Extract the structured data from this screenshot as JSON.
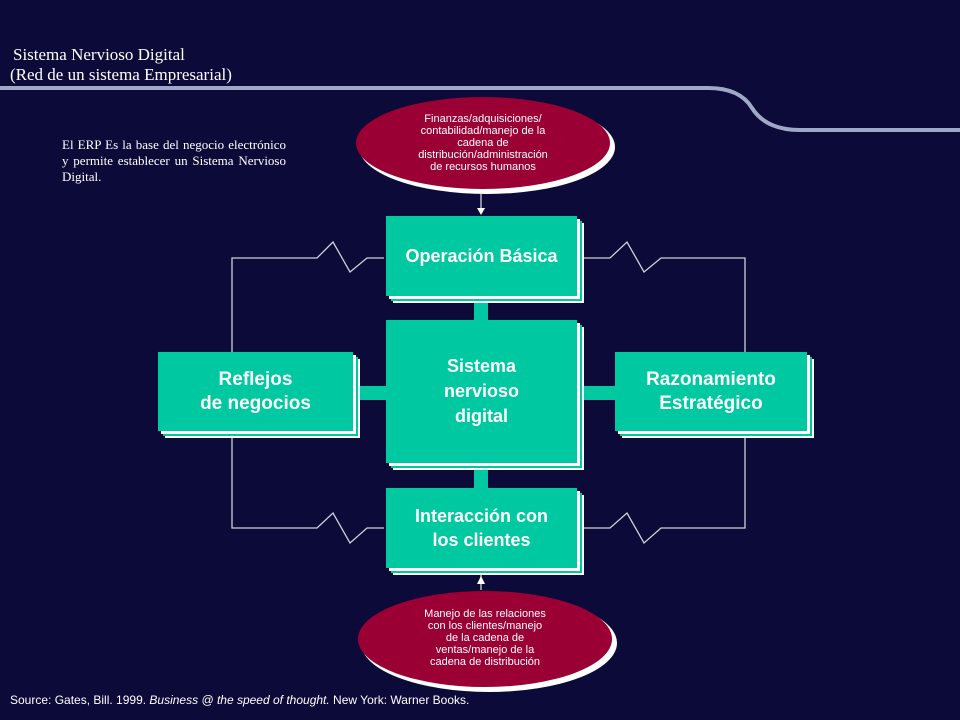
{
  "title": {
    "line1": "Sistema Nervioso Digital",
    "line2": "(Red de un sistema Empresarial)"
  },
  "intro_text": "El ERP Es la base del negocio electrónico y permite establecer un Sistema Nervioso Digital.",
  "diagram": {
    "top_ellipse": "Finanzas/adquisiciones/\ncontabilidad/manejo de la\ncadena de\ndistribución/administración\nde recursos humanos",
    "bottom_ellipse": "Manejo de las relaciones\ncon los clientes/manejo\nde la cadena de\nventas/manejo de la\ncadena de distribución",
    "boxes": {
      "top": "Operación Básica",
      "center": "Sistema\nnervioso\ndigital",
      "left": "Reflejos\nde negocios",
      "right": "Razonamiento\nEstratégico",
      "bottom": "Interacción con\nlos clientes"
    }
  },
  "source": {
    "prefix": "Source:  Gates, Bill. 1999. ",
    "title": "Business @ the speed of thought.",
    "suffix": "  New York: Warner Books."
  },
  "colors": {
    "background": "#0c0a38",
    "box_fill": "#00c8a0",
    "ellipse_fill": "#9b0034",
    "accent_line": "#a0a8c8",
    "text": "#ffffff"
  }
}
